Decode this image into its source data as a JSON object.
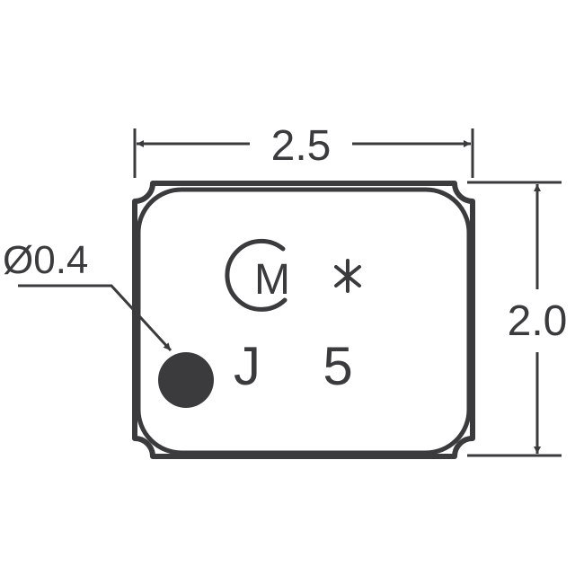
{
  "dimensions": {
    "width_label": "2.5",
    "height_label": "2.0",
    "dot_diameter_label": "Ø0.4"
  },
  "marking": {
    "logo_letter": "M",
    "logo_text": "CM",
    "line1_symbol": "*",
    "line2_left": "J",
    "line2_right": "5"
  },
  "colors": {
    "ink": "#3b3b3d",
    "background": "#ffffff"
  }
}
